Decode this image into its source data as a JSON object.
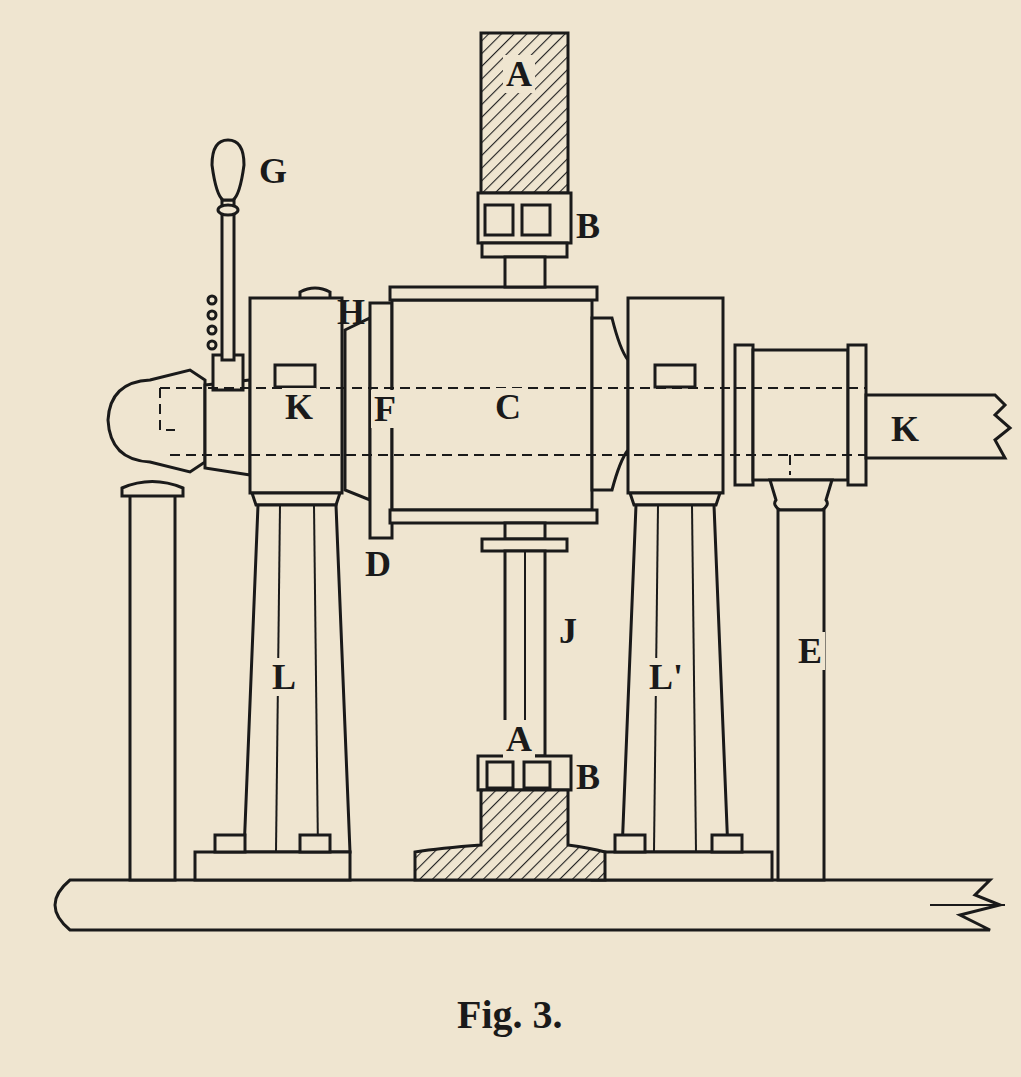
{
  "diagram": {
    "caption": "Fig. 3.",
    "labels": [
      "A",
      "G",
      "B",
      "H",
      "K",
      "F",
      "C",
      "K",
      "D",
      "J",
      "L",
      "L'",
      "E",
      "B",
      "A"
    ]
  }
}
